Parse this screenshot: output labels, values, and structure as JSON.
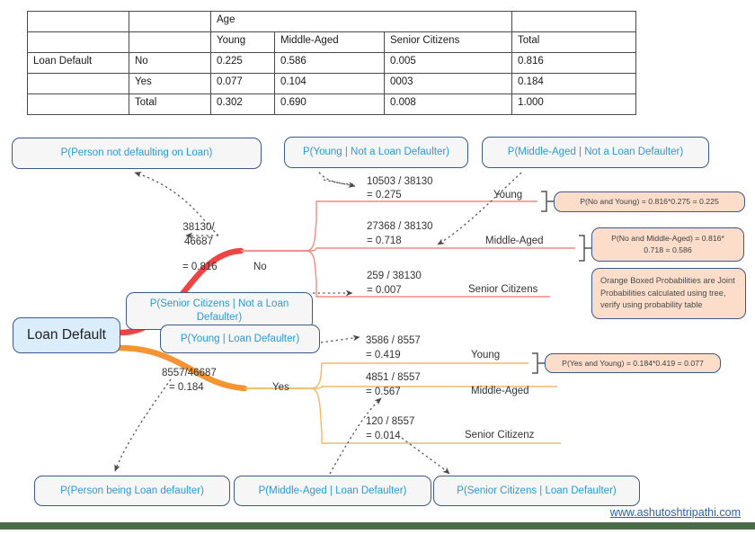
{
  "table": {
    "age_header": "Age",
    "columns": [
      "Young",
      "Middle-Aged",
      "Senior Citizens",
      "Total"
    ],
    "row_group_label": "Loan Default",
    "rows": [
      {
        "label": "No",
        "values": [
          "0.225",
          "0.586",
          "0.005",
          "0.816"
        ]
      },
      {
        "label": "Yes",
        "values": [
          "0.077",
          "0.104",
          "0003",
          "0.184"
        ]
      },
      {
        "label": "Total",
        "values": [
          "0.302",
          "0.690",
          "0.008",
          "1.000"
        ]
      }
    ]
  },
  "root": {
    "label": "Loan Default"
  },
  "branches": {
    "no": {
      "label": "No",
      "ratio": "38130/\n46687",
      "prob": "= 0.816",
      "color": "#ef4444"
    },
    "yes": {
      "label": "Yes",
      "ratio": "8557/46687",
      "prob": "= 0.184",
      "color": "#f59433"
    }
  },
  "no_children": [
    {
      "age": "Young",
      "ratio": "10503 / 38130",
      "prob": "= 0.275"
    },
    {
      "age": "Middle-Aged",
      "ratio": "27368 / 38130",
      "prob": "= 0.718"
    },
    {
      "age": "Senior Citizens",
      "ratio": "259 / 38130",
      "prob": "= 0.007"
    }
  ],
  "yes_children": [
    {
      "age": "Young",
      "ratio": "3586 / 8557",
      "prob": "= 0.419"
    },
    {
      "age": "Middle-Aged",
      "ratio": "4851 / 8557",
      "prob": "= 0.567"
    },
    {
      "age": "Senior Citizenz",
      "ratio": "120 / 8557",
      "prob": "= 0.014"
    }
  ],
  "callouts": {
    "person_not_defaulting": "P(Person not defaulting on Loan)",
    "young_not_defaulter": "P(Young | Not a Loan Defaulter)",
    "middleaged_not_defaulter": "P(Middle-Aged | Not a Loan Defaulter)",
    "senior_not_defaulter": "P(Senior Citizens | Not a Loan Defaulter)",
    "young_defaulter": "P(Young | Loan Defaulter)",
    "person_being_defaulter": "P(Person being Loan defaulter)",
    "middleaged_defaulter": "P(Middle-Aged | Loan Defaulter)",
    "senior_defaulter": "P(Senior Citizens | Loan Defaulter)"
  },
  "joint": {
    "no_young": "P(No and Young) = 0.816*0.275 = 0.225",
    "no_middleaged": "P(No and Middle-Aged) = 0.816*\n0.718 = 0.586",
    "yes_young": "P(Yes and Young) = 0.184*0.419 = 0.077",
    "note": "Orange Boxed Probabilities are Joint Probabilities calculated using tree, verify using probability table"
  },
  "footer": {
    "url": "www.ashutoshtripathi.com"
  },
  "colors": {
    "node_border": "#3b5a86",
    "node_text": "#2b9ad9",
    "orange_fill": "#fbddc9",
    "root_fill": "#dbedfa",
    "no_branch": "#ef4444",
    "yes_branch": "#f59433",
    "footer_bar": "#4a6b48",
    "link": "#2f5fa8"
  }
}
